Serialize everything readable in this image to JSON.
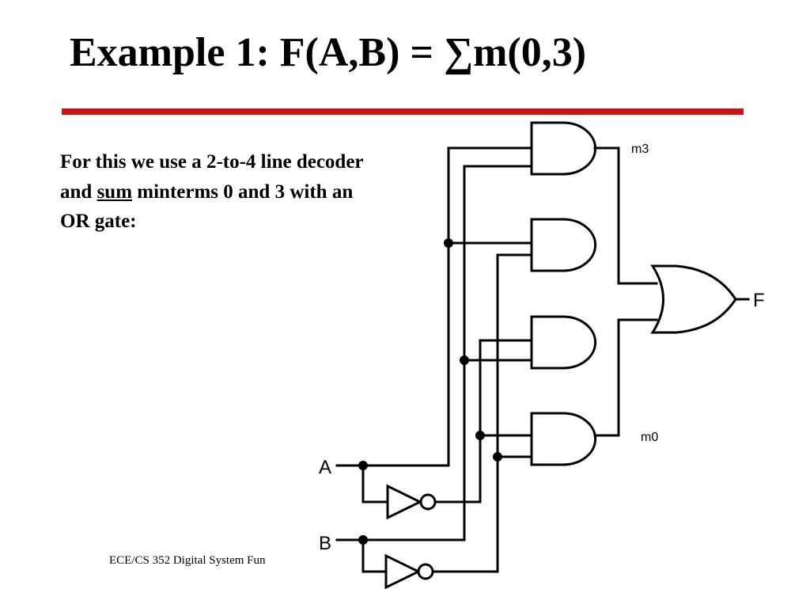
{
  "slide": {
    "title": "Example 1: F(A,B) = ∑m(0,3)",
    "body_parts": [
      "For this we use a 2-to-4 line decoder and ",
      "sum",
      " minterms 0 and 3 with an OR gate:"
    ],
    "footer": "ECE/CS 352  Digital System Fun"
  },
  "diagram": {
    "input_a": "A",
    "input_b": "B",
    "label_m3": "m3",
    "label_m0": "m0",
    "output_f": "F"
  },
  "colors": {
    "rule": "#cc1111",
    "ink": "#000000"
  }
}
